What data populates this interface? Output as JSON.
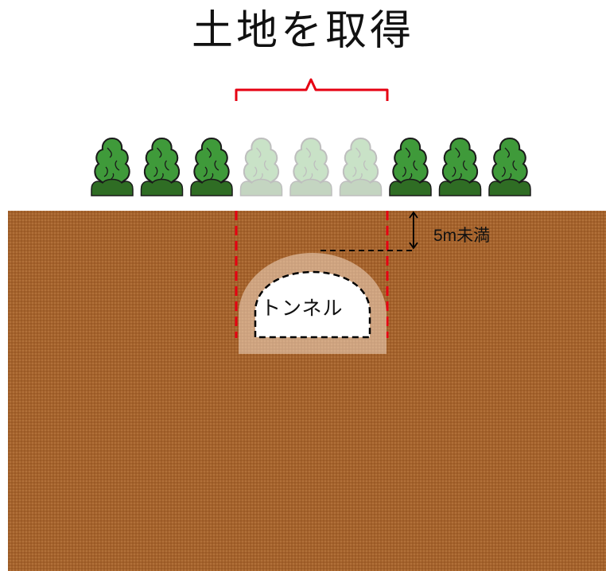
{
  "title": "土地を取得",
  "depth_label": "5m未満",
  "tunnel_label": "トンネル",
  "colors": {
    "soil": "#a4622c",
    "grass": "#2f6d24",
    "tree_foliage": "#3f9a3a",
    "tree_outline": "#1a1a1a",
    "acquired_boundary": "#e60012",
    "title_text": "#111111"
  },
  "trees": [
    {
      "faded": false
    },
    {
      "faded": false
    },
    {
      "faded": false
    },
    {
      "faded": true
    },
    {
      "faded": true
    },
    {
      "faded": true
    },
    {
      "faded": false
    },
    {
      "faded": false
    },
    {
      "faded": false
    }
  ]
}
